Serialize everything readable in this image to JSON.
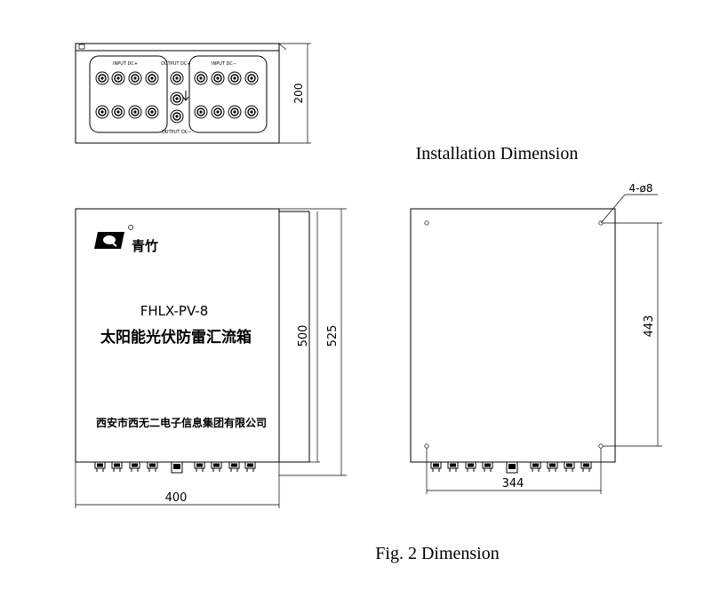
{
  "captions": {
    "installation_title": "Installation Dimension",
    "figure_caption": "Fig. 2 Dimension"
  },
  "top_view": {
    "input_pos_label": "INPUT  DC+",
    "output_pos_label": "OUTPUT  DC+",
    "input_neg_label": "INPUT  DC−",
    "output_neg_label": "OUTPUT  DC−",
    "depth_dim": "200"
  },
  "front_view": {
    "brand_name": "青竹",
    "model": "FHLX-PV-8",
    "product_name": "太阳能光伏防雷汇流箱",
    "company": "西安市西无二电子信息集团有限公司",
    "height_dim": "500",
    "height_total_dim": "525",
    "width_dim": "400"
  },
  "back_view": {
    "hole_spec": "4-ø8",
    "hole_spacing_v": "443",
    "hole_spacing_h": "344"
  },
  "colors": {
    "line": "#000000",
    "background": "#ffffff"
  }
}
